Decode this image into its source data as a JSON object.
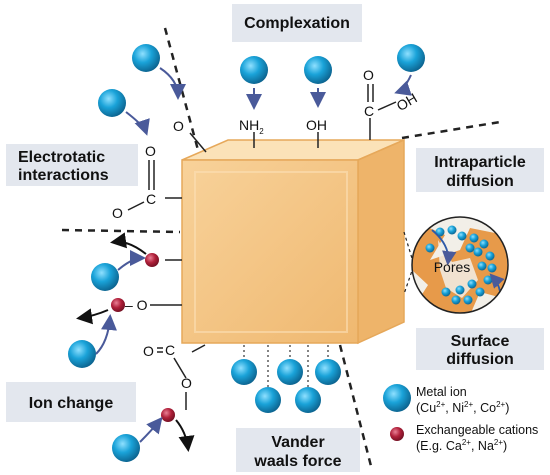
{
  "labels": {
    "complexation": "Complexation",
    "electrostatic_line1": "Electrotatic",
    "electrostatic_line2": "interactions",
    "intraparticle_line1": "Intraparticle",
    "intraparticle_line2": "diffusion",
    "surface_line1": "Surface",
    "surface_line2": "diffusion",
    "ion_change": "Ion change",
    "vander_line1": "Vander",
    "vander_line2": "waals force",
    "pores": "Pores"
  },
  "groups": {
    "nh2": "NH",
    "nh2_sub": "2",
    "oh": "OH",
    "o": "O",
    "c": "C",
    "dash_o": "– O"
  },
  "legend": {
    "metal_ion_title": "Metal ion",
    "metal_ion_detail": "(Cu2+, Ni2+, Co2+)",
    "exchange_title": "Exchangeable cations",
    "exchange_detail": "(E.g. Ca2+, Na2+)"
  },
  "colors": {
    "ion_blue": "#1aa3d9",
    "cation_red": "#b0203a",
    "cube_orange": "#f5c783",
    "label_bg": "#e3e7ee",
    "arrow_blue": "#4a5a9a"
  }
}
